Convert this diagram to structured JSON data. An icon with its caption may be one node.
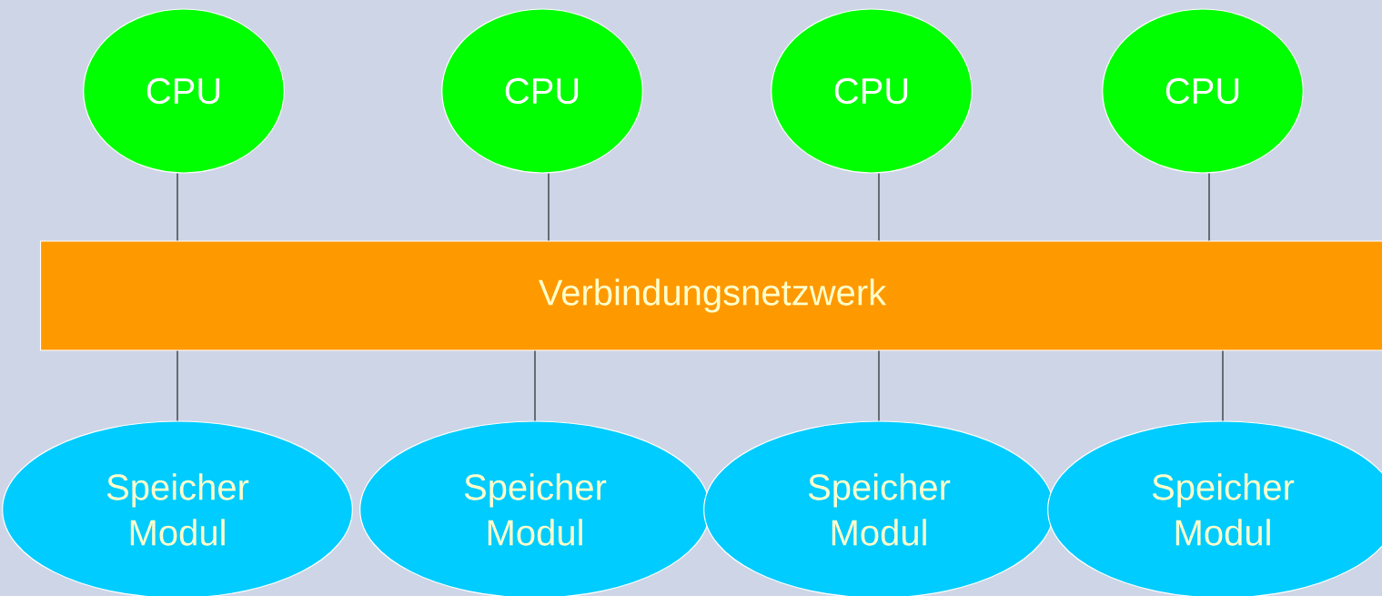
{
  "diagram": {
    "nodes": [
      {
        "text": [
          "CPU"
        ]
      },
      {
        "text": [
          "CPU"
        ]
      },
      {
        "text": [
          "CPU"
        ]
      },
      {
        "text": [
          "CPU"
        ]
      },
      {
        "text": [
          "Verbindungsnetzwerk"
        ]
      },
      {
        "text": [
          "Speicher Modul"
        ]
      },
      {
        "text": [
          "Speicher Modul"
        ]
      },
      {
        "text": [
          "Speicher Modul"
        ]
      },
      {
        "text": [
          "Speicher Modul"
        ]
      }
    ],
    "edges": [
      {
        "from": 0,
        "to": 4,
        "arrow": "none"
      },
      {
        "from": 1,
        "to": 4,
        "arrow": "none"
      },
      {
        "from": 2,
        "to": 4,
        "arrow": "none"
      },
      {
        "from": 3,
        "to": 4,
        "arrow": "none"
      },
      {
        "from": 4,
        "to": 5,
        "arrow": "none"
      },
      {
        "from": 4,
        "to": 6,
        "arrow": "none"
      },
      {
        "from": 4,
        "to": 7,
        "arrow": "none"
      },
      {
        "from": 4,
        "to": 8,
        "arrow": "none"
      }
    ]
  }
}
